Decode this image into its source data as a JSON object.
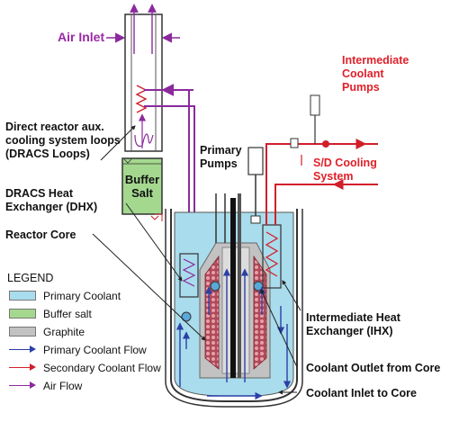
{
  "labels": {
    "air_inlet": "Air Inlet",
    "intermediate_pumps": "Intermediate\nCoolant\nPumps",
    "dracs_loops": "Direct reactor aux.\ncooling system loops\n(DRACS Loops)",
    "primary_pumps": "Primary\nPumps",
    "sd_cooling": "S/D Cooling\nSystem",
    "buffer_salt_box": "Buffer\nSalt",
    "dhx": "DRACS Heat\nExchanger (DHX)",
    "reactor_core": "Reactor Core",
    "ihx": "Intermediate Heat\nExchanger (IHX)",
    "coolant_outlet": "Coolant Outlet from Core",
    "coolant_inlet": "Coolant Inlet to Core"
  },
  "legend": {
    "title": "LEGEND",
    "items": [
      {
        "label": "Primary Coolant",
        "kind": "swatch",
        "color": "#a9dcec"
      },
      {
        "label": "Buffer salt",
        "kind": "swatch",
        "color": "#a4d88f"
      },
      {
        "label": "Graphite",
        "kind": "swatch",
        "color": "#c2c2c2"
      },
      {
        "label": "Primary Coolant Flow",
        "kind": "arrow",
        "color": "#2b3fa6"
      },
      {
        "label": "Secondary Coolant Flow",
        "kind": "arrow",
        "color": "#d11f2a"
      },
      {
        "label": "Air Flow",
        "kind": "arrow",
        "color": "#8a2a9c"
      }
    ]
  },
  "colors": {
    "primary_coolant": "#a9dcec",
    "buffer_salt": "#a4d88f",
    "graphite": "#c2c2c2",
    "primary_flow": "#2b3fa6",
    "secondary_flow": "#d11f2a",
    "air_flow": "#8a2a9c"
  }
}
